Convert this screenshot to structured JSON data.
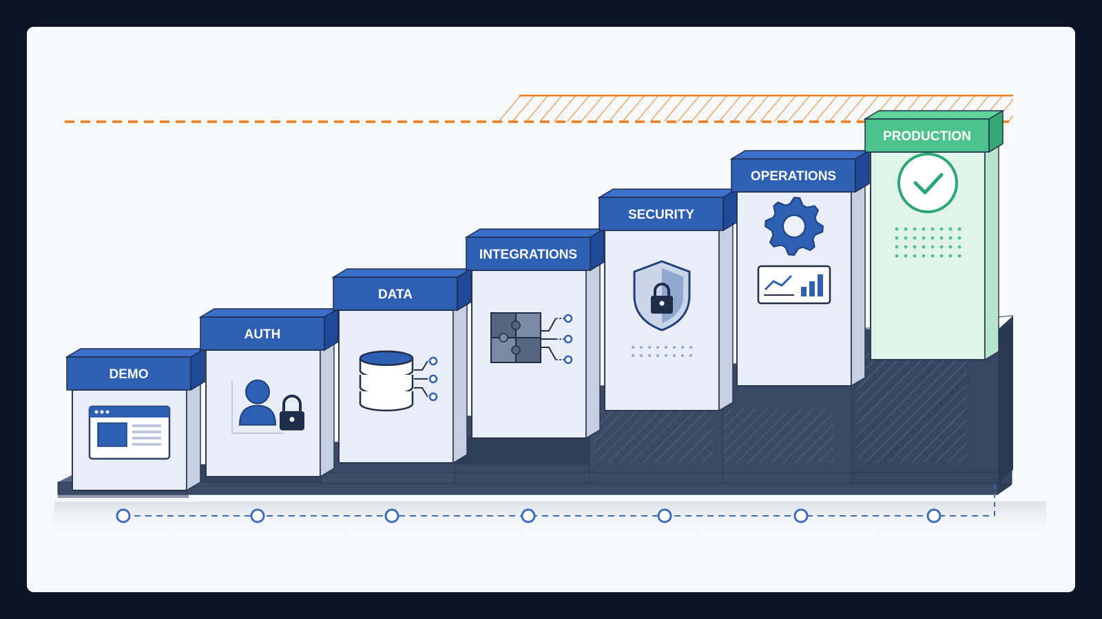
{
  "stages": [
    {
      "label": "DEMO",
      "icon": "browser-window-icon"
    },
    {
      "label": "AUTH",
      "icon": "user-lock-icon"
    },
    {
      "label": "DATA",
      "icon": "database-icon"
    },
    {
      "label": "INTEGRATIONS",
      "icon": "puzzle-icon"
    },
    {
      "label": "SECURITY",
      "icon": "shield-lock-icon"
    },
    {
      "label": "OPERATIONS",
      "icon": "gear-chart-icon"
    },
    {
      "label": "PRODUCTION",
      "icon": "check-circle-icon"
    }
  ],
  "colors": {
    "frame": "#0a1628",
    "canvas": "#f7f8fa",
    "brand_blue": "#2d5fb5",
    "dark_blue": "#1f3f7a",
    "green_top": "#4cc38a",
    "green_face": "#dff3e8",
    "threshold_orange": "#f07a1a",
    "base_dark": "#3a4a66",
    "timeline_blue": "#3a6cc2"
  }
}
